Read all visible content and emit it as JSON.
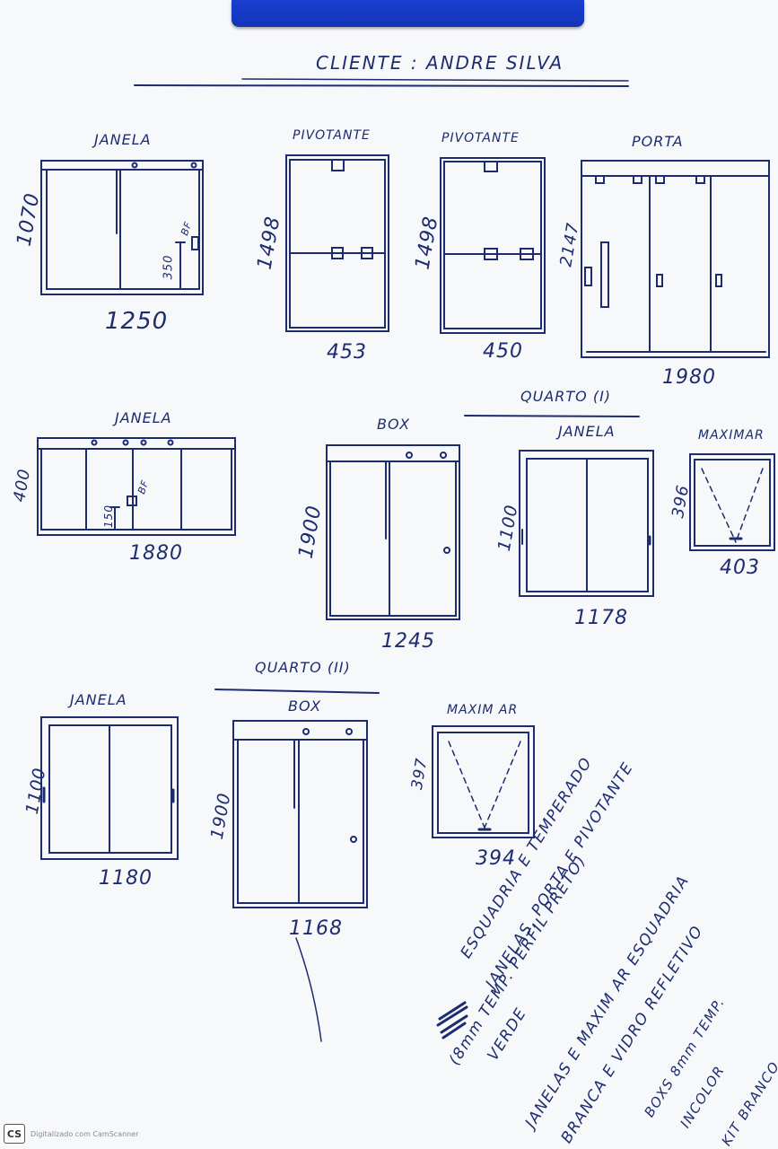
{
  "header": {
    "client_label": "CLIENTE : ANDRE SILVA"
  },
  "sections": {
    "quarto1": "QUARTO (I)",
    "quarto2": "QUARTO (II)"
  },
  "items": {
    "janela1": {
      "title": "JANELA",
      "width": "1250",
      "height": "1070",
      "sub_height": "350",
      "sub_label": "BF"
    },
    "pivotante1": {
      "title": "PIVOTANTE",
      "width": "453",
      "height": "1498"
    },
    "pivotante2": {
      "title": "PIVOTANTE",
      "width": "450",
      "height": "1498"
    },
    "porta": {
      "title": "PORTA",
      "width": "1980",
      "height": "2147"
    },
    "janela2": {
      "title": "JANELA",
      "width": "1880",
      "height": "400",
      "sub_height": "150",
      "sub_label": "BF"
    },
    "box1": {
      "title": "BOX",
      "width": "1245",
      "height": "1900"
    },
    "janela3": {
      "title": "JANELA",
      "width": "1178",
      "height": "1100"
    },
    "maximar1": {
      "title": "MAXIMAR",
      "width": "403",
      "height": "396"
    },
    "janela4": {
      "title": "JANELA",
      "width": "1180",
      "height": "1100"
    },
    "box2": {
      "title": "BOX",
      "width": "1168",
      "height": "1900"
    },
    "maximar2": {
      "title": "MAXIM AR",
      "width": "394",
      "height": "397"
    }
  },
  "notes": [
    "ESQUADRIA E TEMPERADO",
    "JANELAS, PORTA E PIVOTANTE",
    "(8mm TEMP. PERFIL PRETO)",
    "VERDE",
    "JANELAS E MAXIM AR ESQUADRIA",
    "BRANCA E VIDRO REFLETIVO",
    "BOXS 8mm TEMP.",
    "INCOLOR",
    "KIT BRANCO"
  ],
  "footer": {
    "logo": "CS",
    "text": "Digitalizado com CamScanner"
  },
  "colors": {
    "ink": "#1d2b70",
    "clip": "#1a3fcf",
    "paper": "#f7f8fa"
  }
}
